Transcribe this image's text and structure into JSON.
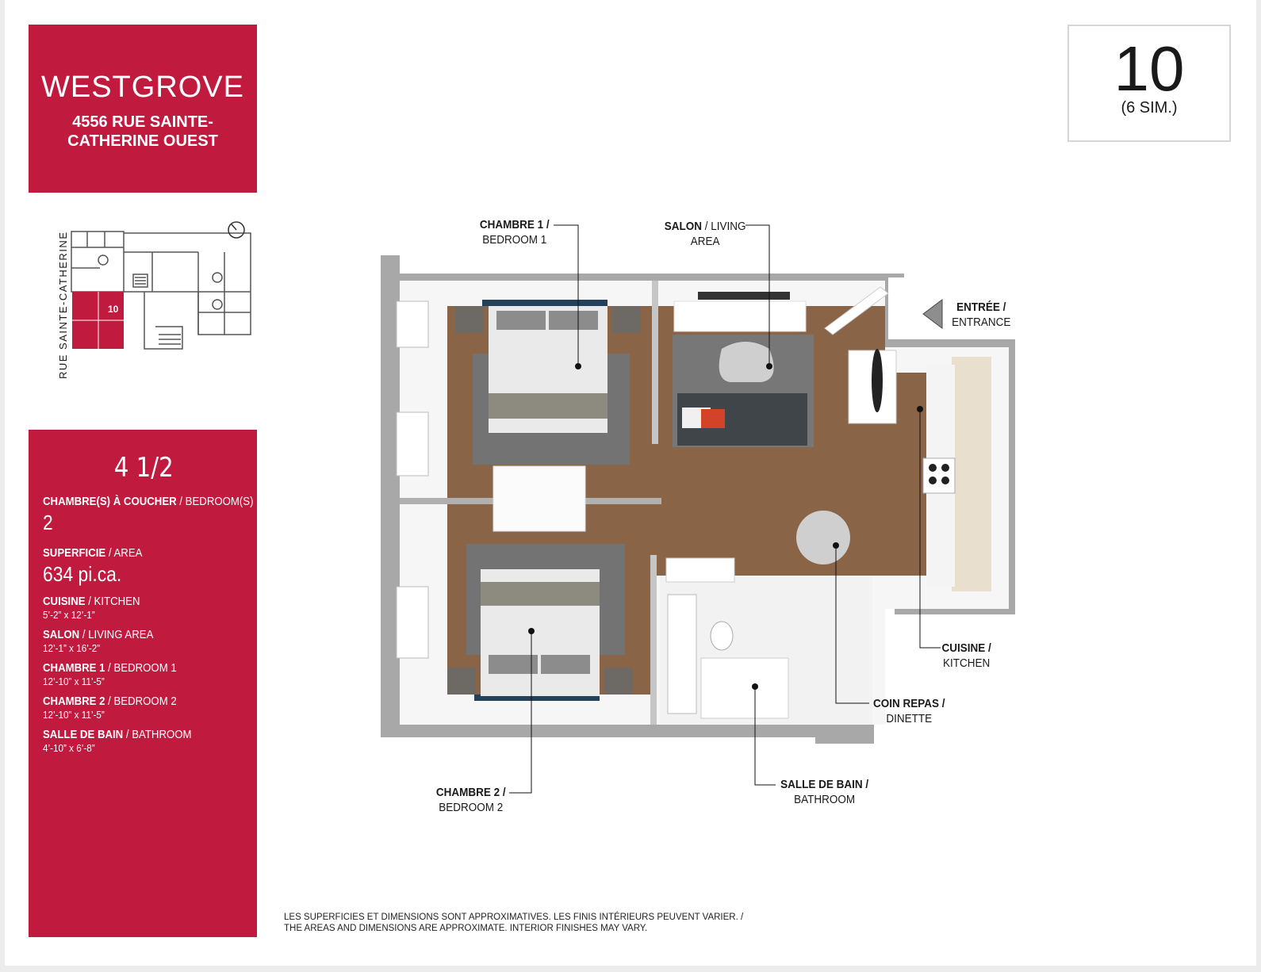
{
  "building": {
    "name": "WESTGROVE",
    "address_line1": "4556 RUE SAINTE-",
    "address_line2": "CATHERINE OUEST"
  },
  "unit": {
    "number": "10",
    "sim": "(6 SIM.)"
  },
  "keyplan": {
    "street": "RUE SAINTE-CATHERINE",
    "unit_label": "10",
    "highlight_color": "#c01a3e"
  },
  "specs": {
    "type": "4 1/2",
    "bedrooms_label_fr": "CHAMBRE(S) À COUCHER",
    "bedrooms_label_en": " / BEDROOM(S)",
    "bedrooms_value": "2",
    "area_label_fr": "SUPERFICIE",
    "area_label_en": " / AREA",
    "area_value": "634 pi.ca.",
    "rooms": [
      {
        "fr": "CUISINE",
        "en": " / KITCHEN",
        "dim": "5’-2” x 12’-1”"
      },
      {
        "fr": "SALON",
        "en": " / LIVING AREA",
        "dim": "12’-1” x 16’-2”"
      },
      {
        "fr": "CHAMBRE 1",
        "en": " / BEDROOM 1",
        "dim": "12’-10” x 11’-5”"
      },
      {
        "fr": "CHAMBRE 2",
        "en": " / BEDROOM 2",
        "dim": "12’-10” x 11’-5”"
      },
      {
        "fr": "SALLE DE BAIN",
        "en": " / BATHROOM",
        "dim": "4’-10” x 6’-8”"
      }
    ]
  },
  "callouts": {
    "bedroom1": {
      "fr": "CHAMBRE 1 /",
      "en": "BEDROOM 1"
    },
    "living": {
      "fr": "SALON",
      "fr_rest": " / LIVING",
      "en": "AREA"
    },
    "entrance": {
      "fr": "ENTRÉE /",
      "en": "ENTRANCE"
    },
    "kitchen": {
      "fr": "CUISINE /",
      "en": "KITCHEN"
    },
    "dinette": {
      "fr": "COIN REPAS /",
      "en": "DINETTE"
    },
    "bathroom": {
      "fr": "SALLE DE BAIN /",
      "en": "BATHROOM"
    },
    "bedroom2": {
      "fr": "CHAMBRE 2 /",
      "en": "BEDROOM 2"
    }
  },
  "disclaimer": {
    "line1": "LES SUPERFICIES ET DIMENSIONS SONT APPROXIMATIVES. LES FINIS INTÉRIEURS PEUVENT VARIER. /",
    "line2": "THE AREAS AND DIMENSIONS ARE APPROXIMATE. INTERIOR FINISHES MAY VARY."
  },
  "colors": {
    "brand_red": "#c01a3e",
    "floor_wood": "#8a6446",
    "wall_gray": "#a7a7a7"
  }
}
